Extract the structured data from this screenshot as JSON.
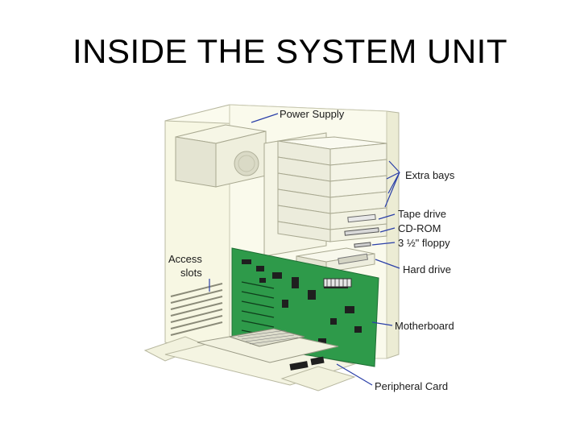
{
  "slide": {
    "title": "INSIDE THE SYSTEM UNIT"
  },
  "labels": {
    "power_supply": "Power Supply",
    "extra_bays": "Extra bays",
    "tape_drive": "Tape drive",
    "cd_rom": "CD-ROM",
    "floppy": "3 ½\" floppy",
    "hard_drive": "Hard drive",
    "access_slots_line1": "Access",
    "access_slots_line2": "slots",
    "motherboard": "Motherboard",
    "peripheral_card": "Peripheral Card"
  },
  "colors": {
    "case": "#f7f7e3",
    "case_edge": "#b8b8a0",
    "leader_line": "#2a3fa8",
    "motherboard": "#2e9a4a",
    "chip": "#1f1f1f"
  }
}
